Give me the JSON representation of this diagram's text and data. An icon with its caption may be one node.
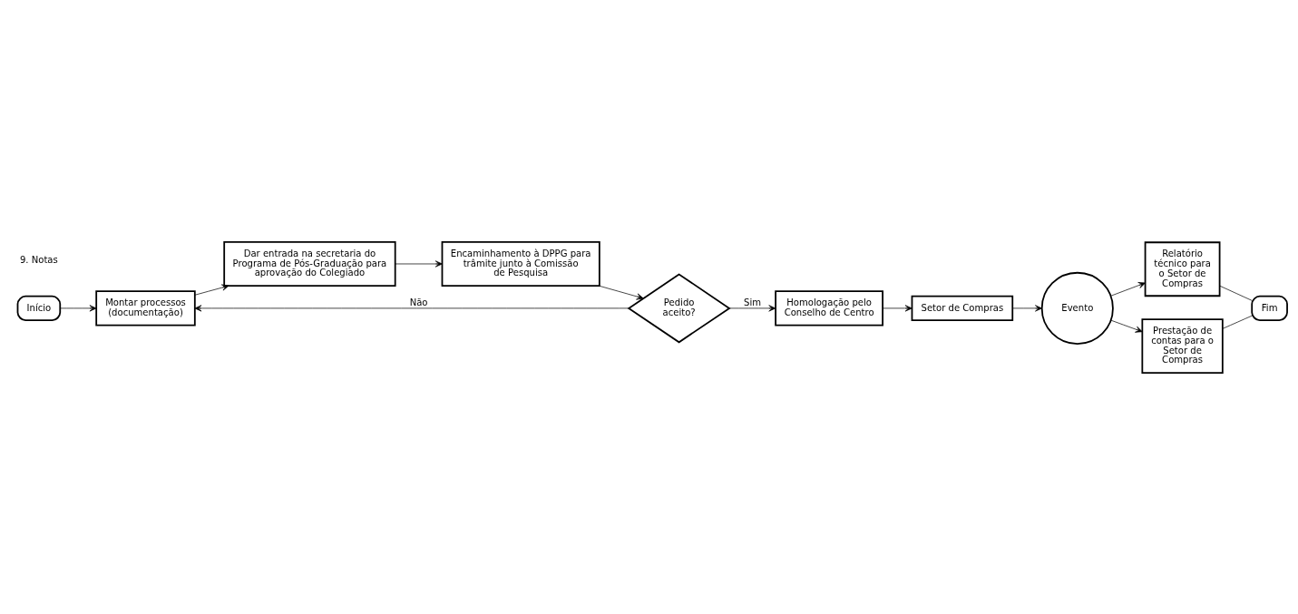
{
  "diagram": {
    "nodes": [
      {
        "text": [
          "Início"
        ]
      },
      {
        "text": [
          "Montar processos (documentação)"
        ]
      },
      {
        "text": [
          "Dar entrada na secretaria do Programa de Pós-Graduação para aprovação do Colegiado"
        ]
      },
      {
        "text": [
          "Encaminhamento à DPPG para trâmite junto à Comissão de Pesquisa"
        ]
      },
      {
        "text": [
          "Pedido aceito?"
        ]
      },
      {
        "text": [
          "Homologação pelo Conselho de Centro"
        ]
      },
      {
        "text": [
          "Setor de Compras"
        ]
      },
      {
        "text": [
          "Evento"
        ]
      },
      {
        "text": [
          "Relatório técnico para o Setor de Compras"
        ]
      },
      {
        "text": [
          "Prestação de contas para o Setor de Compras"
        ]
      },
      {
        "text": [
          "Fim"
        ]
      }
    ],
    "edges": [
      {
        "from": 0,
        "to": 1,
        "arrow": "to"
      },
      {
        "from": 1,
        "to": 2,
        "arrow": "to"
      },
      {
        "from": 2,
        "to": 3,
        "arrow": "to"
      },
      {
        "from": 3,
        "to": 4,
        "arrow": "to"
      },
      {
        "from": 4,
        "to": 1,
        "arrow": "to",
        "label": "Não"
      },
      {
        "from": 4,
        "to": 5,
        "arrow": "to",
        "label": "Sim"
      },
      {
        "from": 5,
        "to": 6,
        "arrow": "to"
      },
      {
        "from": 6,
        "to": 7,
        "arrow": "to"
      },
      {
        "from": 7,
        "to": 8,
        "arrow": "to"
      },
      {
        "from": 7,
        "to": 9,
        "arrow": "to"
      },
      {
        "from": 8,
        "to": 10,
        "arrow": "none"
      },
      {
        "from": 9,
        "to": 10,
        "arrow": "none"
      }
    ],
    "labels": [
      "9. Notas"
    ]
  }
}
